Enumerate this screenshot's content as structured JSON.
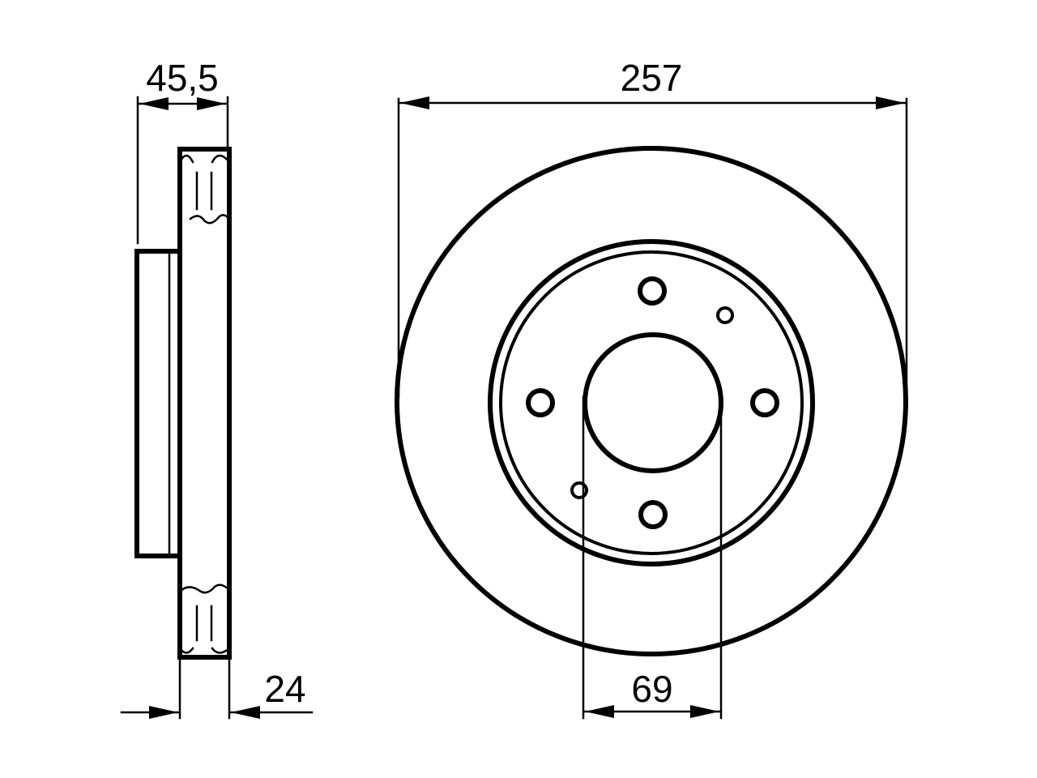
{
  "diagram": {
    "dimensions": {
      "overall_width": "45,5",
      "disc_thickness": "24",
      "outer_diameter": "257",
      "center_bore": "69"
    }
  }
}
